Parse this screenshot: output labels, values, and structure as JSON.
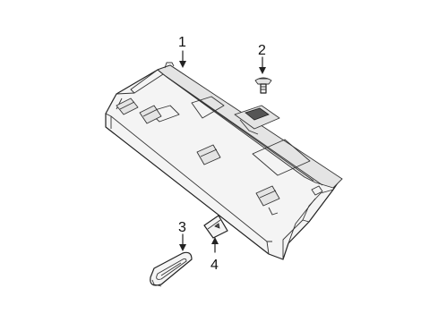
{
  "callouts": [
    {
      "id": "1",
      "label": "1"
    },
    {
      "id": "2",
      "label": "2"
    },
    {
      "id": "3",
      "label": "3"
    },
    {
      "id": "4",
      "label": "4"
    }
  ],
  "parts": [
    {
      "callout": "1",
      "icon": "package-tray-shelf-icon"
    },
    {
      "callout": "2",
      "icon": "push-pin-clip-icon"
    },
    {
      "callout": "3",
      "icon": "seat-belt-guide-bezel-icon"
    },
    {
      "callout": "4",
      "icon": "mounting-bracket-icon"
    }
  ]
}
